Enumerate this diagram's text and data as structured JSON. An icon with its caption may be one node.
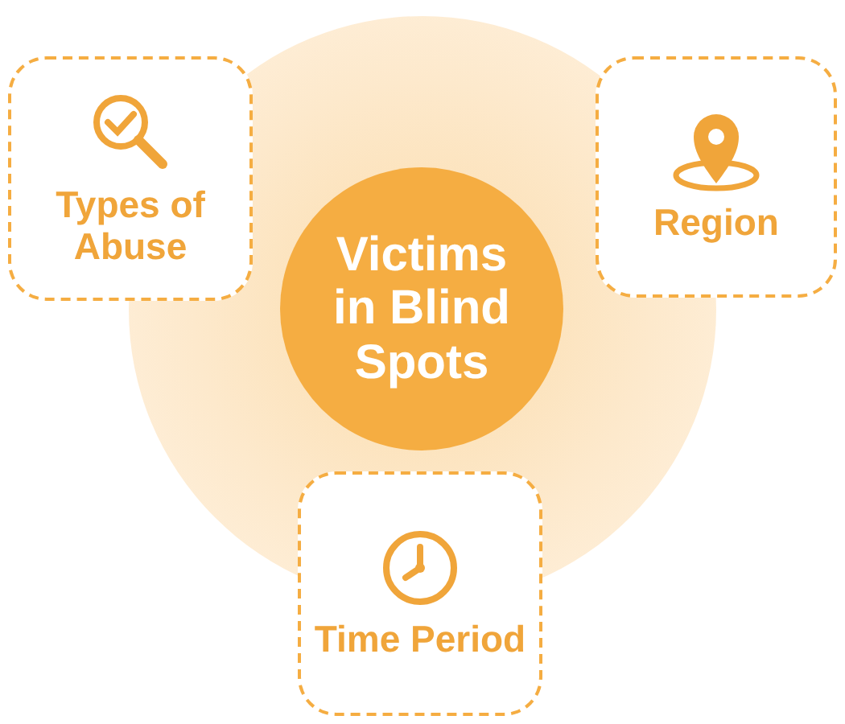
{
  "diagram": {
    "nodes": [
      {
        "text": [
          "Victims in Blind Spots"
        ]
      },
      {
        "text": [
          "Types of Abuse"
        ]
      },
      {
        "text": [
          "Region"
        ]
      },
      {
        "text": [
          "Time Period"
        ]
      }
    ]
  }
}
